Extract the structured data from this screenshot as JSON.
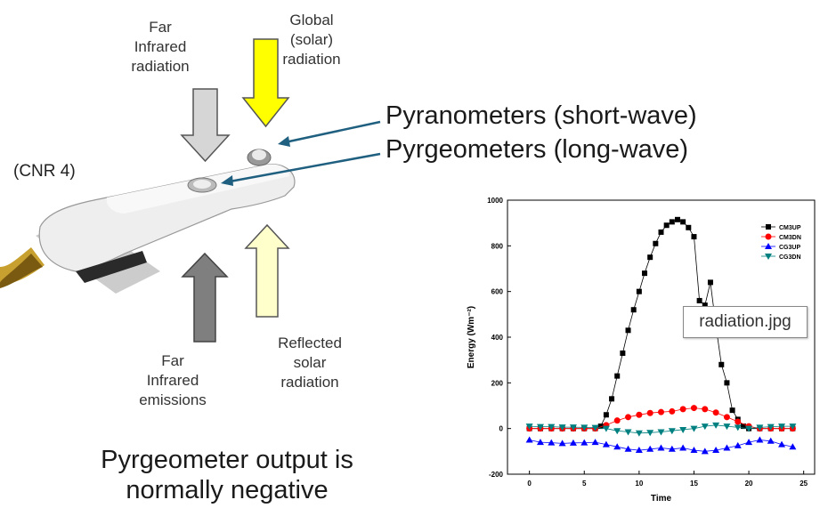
{
  "labels": {
    "far_ir_radiation": [
      "Far",
      "Infrared",
      "radiation"
    ],
    "global_solar": [
      "Global",
      "(solar)",
      "radiation"
    ],
    "pyranometers": "Pyranometers (short-wave)",
    "pyrgeometers": "Pyrgeometers (long-wave)",
    "cnr4": "(CNR 4)",
    "far_ir_emissions": [
      "Far",
      "Infrared",
      "emissions"
    ],
    "reflected_solar": [
      "Reflected",
      "solar",
      "radiation"
    ],
    "output_note": [
      "Pyrgeometer output is",
      "normally negative"
    ]
  },
  "tooltip": "radiation.jpg",
  "colors": {
    "arrow_far_ir_in": "#d6d6d6",
    "arrow_global": "#ffff00",
    "arrow_far_ir_out": "#7f7f7f",
    "arrow_reflected": "#ffffcc",
    "pointer_line": "#1f5f7f"
  },
  "chart_data": {
    "type": "line",
    "xlabel": "Time",
    "ylabel": "Energy (Wm⁻²)",
    "xlim": [
      -2,
      26
    ],
    "ylim": [
      -200,
      1000
    ],
    "xticks": [
      0,
      5,
      10,
      15,
      20,
      25
    ],
    "yticks": [
      -200,
      0,
      200,
      400,
      600,
      800,
      1000
    ],
    "legend_position": "top-right",
    "series": [
      {
        "name": "CM3UP",
        "color": "#000000",
        "marker": "square",
        "x": [
          0,
          1,
          2,
          3,
          4,
          5,
          6,
          6.5,
          7,
          7.5,
          8,
          8.5,
          9,
          9.5,
          10,
          10.5,
          11,
          11.5,
          12,
          12.5,
          13,
          13.5,
          14,
          14.5,
          15,
          15.5,
          16,
          16.5,
          17,
          17.5,
          18,
          18.5,
          19,
          19.5,
          20,
          21,
          22,
          23,
          24
        ],
        "y": [
          0,
          0,
          0,
          0,
          0,
          0,
          0,
          10,
          60,
          130,
          230,
          330,
          430,
          520,
          600,
          680,
          750,
          810,
          860,
          890,
          905,
          915,
          905,
          880,
          840,
          560,
          540,
          640,
          450,
          280,
          200,
          80,
          40,
          10,
          0,
          0,
          0,
          0,
          0
        ]
      },
      {
        "name": "CM3DN",
        "color": "#ff0000",
        "marker": "circle",
        "x": [
          0,
          1,
          2,
          3,
          4,
          5,
          6,
          7,
          8,
          9,
          10,
          11,
          12,
          13,
          14,
          15,
          16,
          17,
          18,
          19,
          20,
          21,
          22,
          23,
          24
        ],
        "y": [
          0,
          0,
          0,
          0,
          0,
          0,
          0,
          15,
          35,
          50,
          60,
          68,
          72,
          75,
          85,
          90,
          85,
          70,
          50,
          30,
          10,
          0,
          0,
          0,
          0
        ]
      },
      {
        "name": "CG3UP",
        "color": "#0000ff",
        "marker": "triangle-up",
        "x": [
          0,
          1,
          2,
          3,
          4,
          5,
          6,
          7,
          8,
          9,
          10,
          11,
          12,
          13,
          14,
          15,
          16,
          17,
          18,
          19,
          20,
          21,
          22,
          23,
          24
        ],
        "y": [
          -50,
          -60,
          -62,
          -65,
          -63,
          -62,
          -60,
          -70,
          -80,
          -90,
          -95,
          -90,
          -85,
          -90,
          -85,
          -95,
          -100,
          -95,
          -85,
          -75,
          -60,
          -50,
          -55,
          -70,
          -80
        ]
      },
      {
        "name": "CG3DN",
        "color": "#008080",
        "marker": "triangle-down",
        "x": [
          0,
          1,
          2,
          3,
          4,
          5,
          6,
          7,
          8,
          9,
          10,
          11,
          12,
          13,
          14,
          15,
          16,
          17,
          18,
          19,
          20,
          21,
          22,
          23,
          24
        ],
        "y": [
          10,
          8,
          8,
          6,
          6,
          5,
          4,
          0,
          -10,
          -15,
          -20,
          -18,
          -15,
          -10,
          -5,
          0,
          10,
          15,
          10,
          5,
          0,
          5,
          8,
          10,
          10
        ]
      }
    ]
  }
}
